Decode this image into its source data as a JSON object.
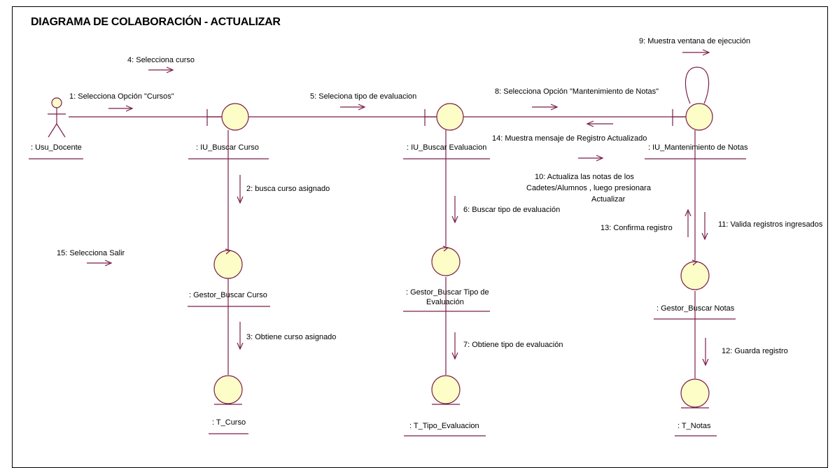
{
  "title": "DIAGRAMA DE COLABORACIÓN - ACTUALIZAR",
  "colors": {
    "line": "#7a1f4a",
    "object_fill": "#fdfdc8"
  },
  "objects": {
    "actor": ": Usu_Docente",
    "iu_buscar_curso": ": IU_Buscar Curso",
    "iu_buscar_evaluacion": ": IU_Buscar Evaluacion",
    "iu_mantenimiento": ": IU_Mantenimiento de Notas",
    "gestor_buscar_curso": ": Gestor_Buscar Curso",
    "gestor_buscar_tipo_1": ": Gestor_Buscar Tipo de",
    "gestor_buscar_tipo_2": "Evaluación",
    "gestor_buscar_notas": ": Gestor_Buscar Notas",
    "t_curso": ": T_Curso",
    "t_tipo_evaluacion": ": T_Tipo_Evaluacion",
    "t_notas": ": T_Notas"
  },
  "messages": {
    "m1": "1: Selecciona Opción \"Cursos\"",
    "m2": "2: busca curso asignado",
    "m3": "3: Obtiene curso asignado",
    "m4": "4: Selecciona curso",
    "m5": "5: Seleciona tipo de evaluacion",
    "m6": "6: Buscar tipo de evaluación",
    "m7": "7: Obtiene tipo de evaluación",
    "m8": "8: Selecciona Opción \"Mantenimiento de Notas\"",
    "m9": "9: Muestra ventana de ejecución",
    "m10_1": "10: Actualiza las notas de los",
    "m10_2": "Cadetes/Alumnos , luego presionara",
    "m10_3": "Actualizar",
    "m11": "11: Valida registros ingresados",
    "m12": "12: Guarda registro",
    "m13": "13: Confirma registro",
    "m14": "14: Muestra mensaje de Registro Actualizado",
    "m15": "15: Selecciona Salir"
  }
}
